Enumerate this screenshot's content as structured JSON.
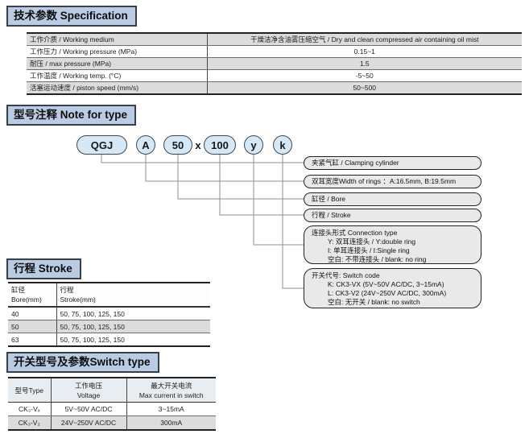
{
  "colors": {
    "section_header_bg": "#b9cce4",
    "model_pill_bg": "#d6e7f5",
    "note_label_bg": "#e9e9e9",
    "table_row_shade": "#dcdcdc",
    "switch_header_bg": "#e8edf2"
  },
  "spec": {
    "title": "技术参数 Specification",
    "rows": [
      {
        "label": "工作介质 / Working medium",
        "value": "干燥洁净含油雾压缩空气  / Dry and clean compressed air containing oil mist"
      },
      {
        "label": "工作压力 / Working pressure (MPa)",
        "value": "0.15~1"
      },
      {
        "label": "耐压 / max pressure  (MPa)",
        "value": "1.5"
      },
      {
        "label": "工作温度 / Working temp. (°C)",
        "value": "-5~50"
      },
      {
        "label": "活塞运动速度 / piston speed (mm/s)",
        "value": "50~500"
      }
    ]
  },
  "note": {
    "title": "型号注释 Note for type",
    "model_parts": [
      {
        "text": "QGJ"
      },
      {
        "text": "A"
      },
      {
        "text": "50"
      },
      {
        "text": "x"
      },
      {
        "text": "100"
      },
      {
        "text": "y"
      },
      {
        "text": "k"
      }
    ],
    "labels": [
      {
        "lines": [
          "夹紧气缸 / Clamping cylinder"
        ]
      },
      {
        "lines": [
          "双耳宽度Width of rings ：A:16.5mm, B:19.5mm"
        ]
      },
      {
        "lines": [
          "缸径 / Bore"
        ]
      },
      {
        "lines": [
          "行程 / Stroke"
        ]
      },
      {
        "lines": [
          "连接头形式 Connection type",
          "Y: 双耳连接头 / Y:double ring",
          "I: 单耳连接头 / I:Single ring",
          "空白: 不带连接头 / blank: no ring"
        ]
      },
      {
        "lines": [
          "开关代号: Switch code",
          "K: CK3-VX (5V~50V AC/DC, 3~15mA)",
          "L: CK3-V2 (24V~250V AC/DC, 300mA)",
          "空白: 无开关 / blank: no switch"
        ]
      }
    ]
  },
  "stroke": {
    "title": "行程 Stroke",
    "headers": [
      [
        "缸径",
        "Bore(mm)"
      ],
      [
        "行程",
        "Stroke(mm)"
      ]
    ],
    "rows": [
      {
        "bore": "40",
        "stroke": "50, 75, 100, 125, 150"
      },
      {
        "bore": "50",
        "stroke": "50, 75, 100, 125, 150"
      },
      {
        "bore": "63",
        "stroke": "50, 75, 100, 125, 150"
      }
    ]
  },
  "switch": {
    "title": "开关型号及参数Switch type",
    "headers": [
      [
        "型号Type",
        ""
      ],
      [
        "工作电压",
        "Voltage"
      ],
      [
        "最大开关电流",
        "Max current in switch"
      ]
    ],
    "rows": [
      {
        "type": "CK₃-Vₓ",
        "voltage": "5V~50V AC/DC",
        "current": "3~15mA"
      },
      {
        "type": "CK₃-V₂",
        "voltage": "24V~250V AC/DC",
        "current": "300mA"
      }
    ]
  }
}
